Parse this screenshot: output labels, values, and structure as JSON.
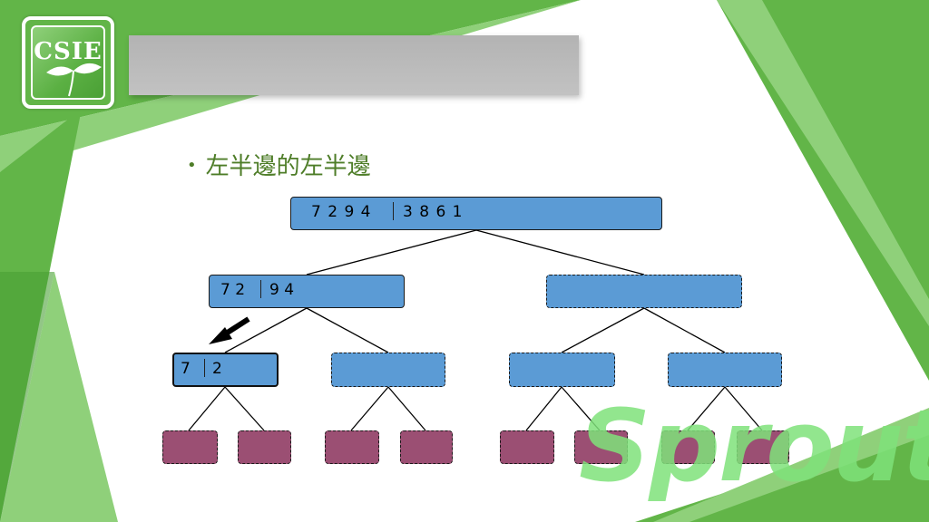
{
  "logo": {
    "text": "CSIE"
  },
  "bullet": {
    "text": "左半邊的左半邊"
  },
  "watermark": {
    "text": "Sprout"
  },
  "tree": {
    "root": {
      "left": "7 2 9 4",
      "right": "3 8 6 1"
    },
    "level1_left": {
      "left": "7 2",
      "right": "9 4"
    },
    "level2_first": {
      "left": "7",
      "right": "2"
    }
  },
  "colors": {
    "green": "#62b548",
    "node_blue": "#5b9bd5",
    "leaf_purple": "#9b4f73",
    "watermark_green": "#7fe27a"
  }
}
